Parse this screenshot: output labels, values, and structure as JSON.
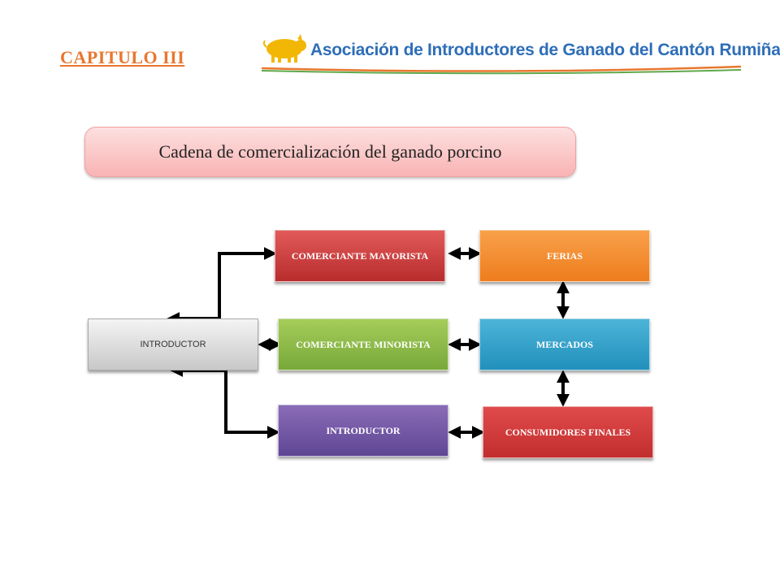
{
  "header": {
    "chapter": "CAPITULO III",
    "org_name": "Asociación de Introductores de Ganado del Cantón Rumiñahui"
  },
  "diagram": {
    "title": "Cadena de comercialización del ganado porcino",
    "nodes": {
      "introductor_source": "INTRODUCTOR",
      "comerciante_mayorista": "COMERCIANTE MAYORISTA",
      "comerciante_minorista": "COMERCIANTE MINORISTA",
      "introductor": "INTRODUCTOR",
      "ferias": "FERIAS",
      "mercados": "MERCADOS",
      "consumidores_finales": "CONSUMIDORES FINALES"
    }
  },
  "colors": {
    "chapter": "#e8772e",
    "org_name": "#2e6eb8",
    "title_box": "#f9b3b3"
  },
  "icons": [
    "pig-logo-icon",
    "swoosh-icon"
  ]
}
